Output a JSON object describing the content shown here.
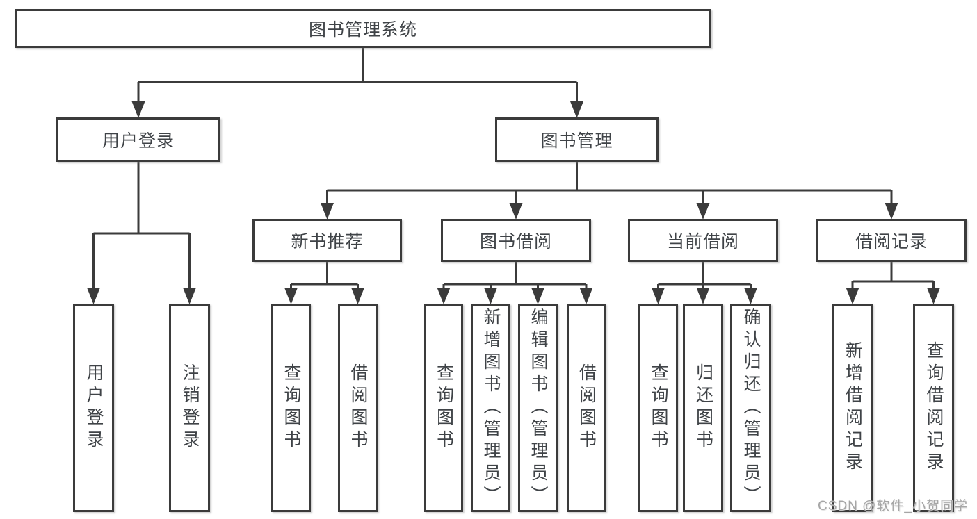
{
  "title": "图书管理系统",
  "colors": {
    "line": "#3b3b3b",
    "box_border": "#3b3b3b",
    "box_background": "#ffffff",
    "text": "#3f4347",
    "watermark": "#a6a6a6"
  },
  "nodes": {
    "root": {
      "label": "图书管理系统"
    },
    "user_login": {
      "label": "用户登录"
    },
    "book_management": {
      "label": "图书管理"
    },
    "new_book_recommend": {
      "label": "新书推荐"
    },
    "book_borrowing": {
      "label": "图书借阅"
    },
    "current_borrowing": {
      "label": "当前借阅"
    },
    "borrowing_records": {
      "label": "借阅记录"
    },
    "leaves": [
      "用户登录",
      "注销登录",
      "查询图书",
      "借阅图书",
      "查询图书",
      "新增图书（管理员）",
      "编辑图书（管理员）",
      "借阅图书",
      "查询图书",
      "归还图书",
      "确认归还（管理员）",
      "新增借阅记录",
      "查询借阅记录"
    ]
  },
  "watermark": "CSDN @软件_小贺同学"
}
